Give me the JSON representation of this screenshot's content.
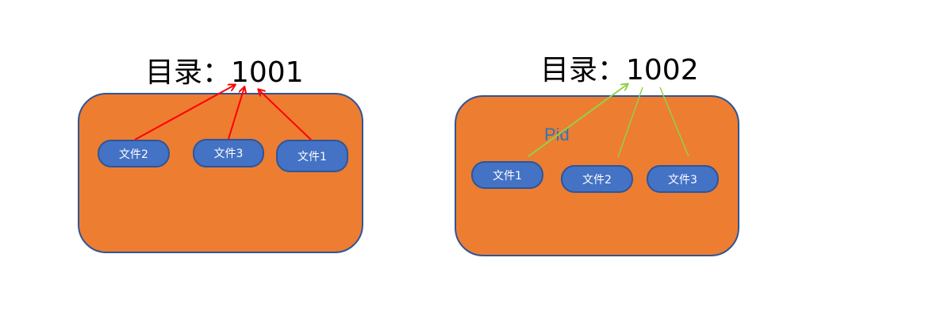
{
  "left_diagram": {
    "title": "目录：1001",
    "files": [
      "文件2",
      "文件3",
      "文件1"
    ]
  },
  "right_diagram": {
    "title": "目录：1002",
    "pid_label": "Pid",
    "files": [
      "文件1",
      "文件2",
      "文件3"
    ]
  },
  "colors": {
    "box_fill": "#ED7D31",
    "box_border": "#2F5597",
    "file_fill": "#4472C4",
    "left_arrows": "#FF0000",
    "right_arrows": "#92D050",
    "pid_text": "#2E75B6"
  }
}
